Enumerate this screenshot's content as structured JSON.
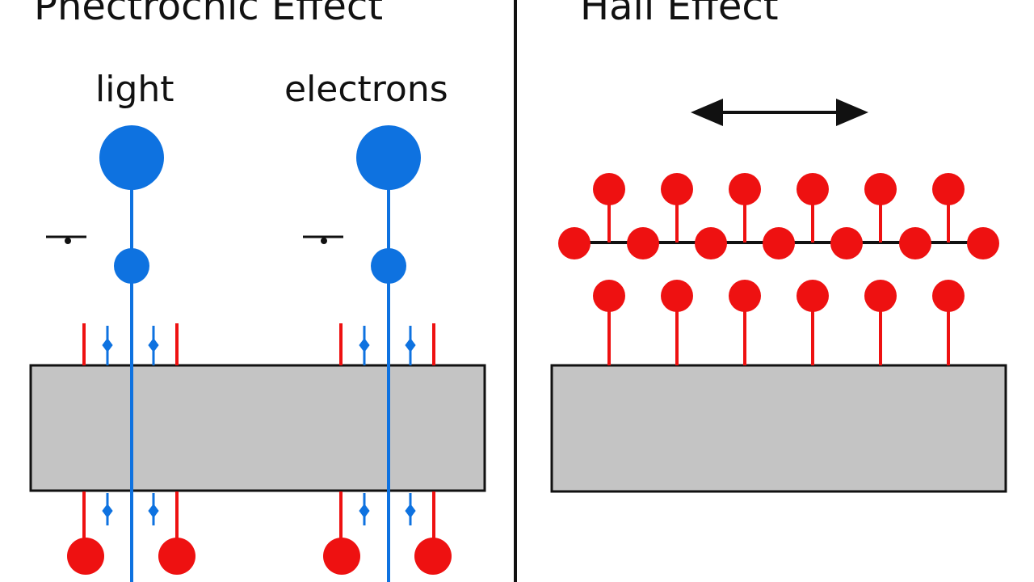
{
  "left_panel": {
    "title": "Phectrochic Effect",
    "labels": {
      "light": "light",
      "electrons": "electrons"
    }
  },
  "right_panel": {
    "title": "Hall Effect"
  },
  "colors": {
    "blue": "#0e72e0",
    "red": "#ee1111",
    "slab_fill": "#c4c4c4",
    "ink": "#111111"
  },
  "icons": [
    "double-headed-arrow-icon"
  ]
}
